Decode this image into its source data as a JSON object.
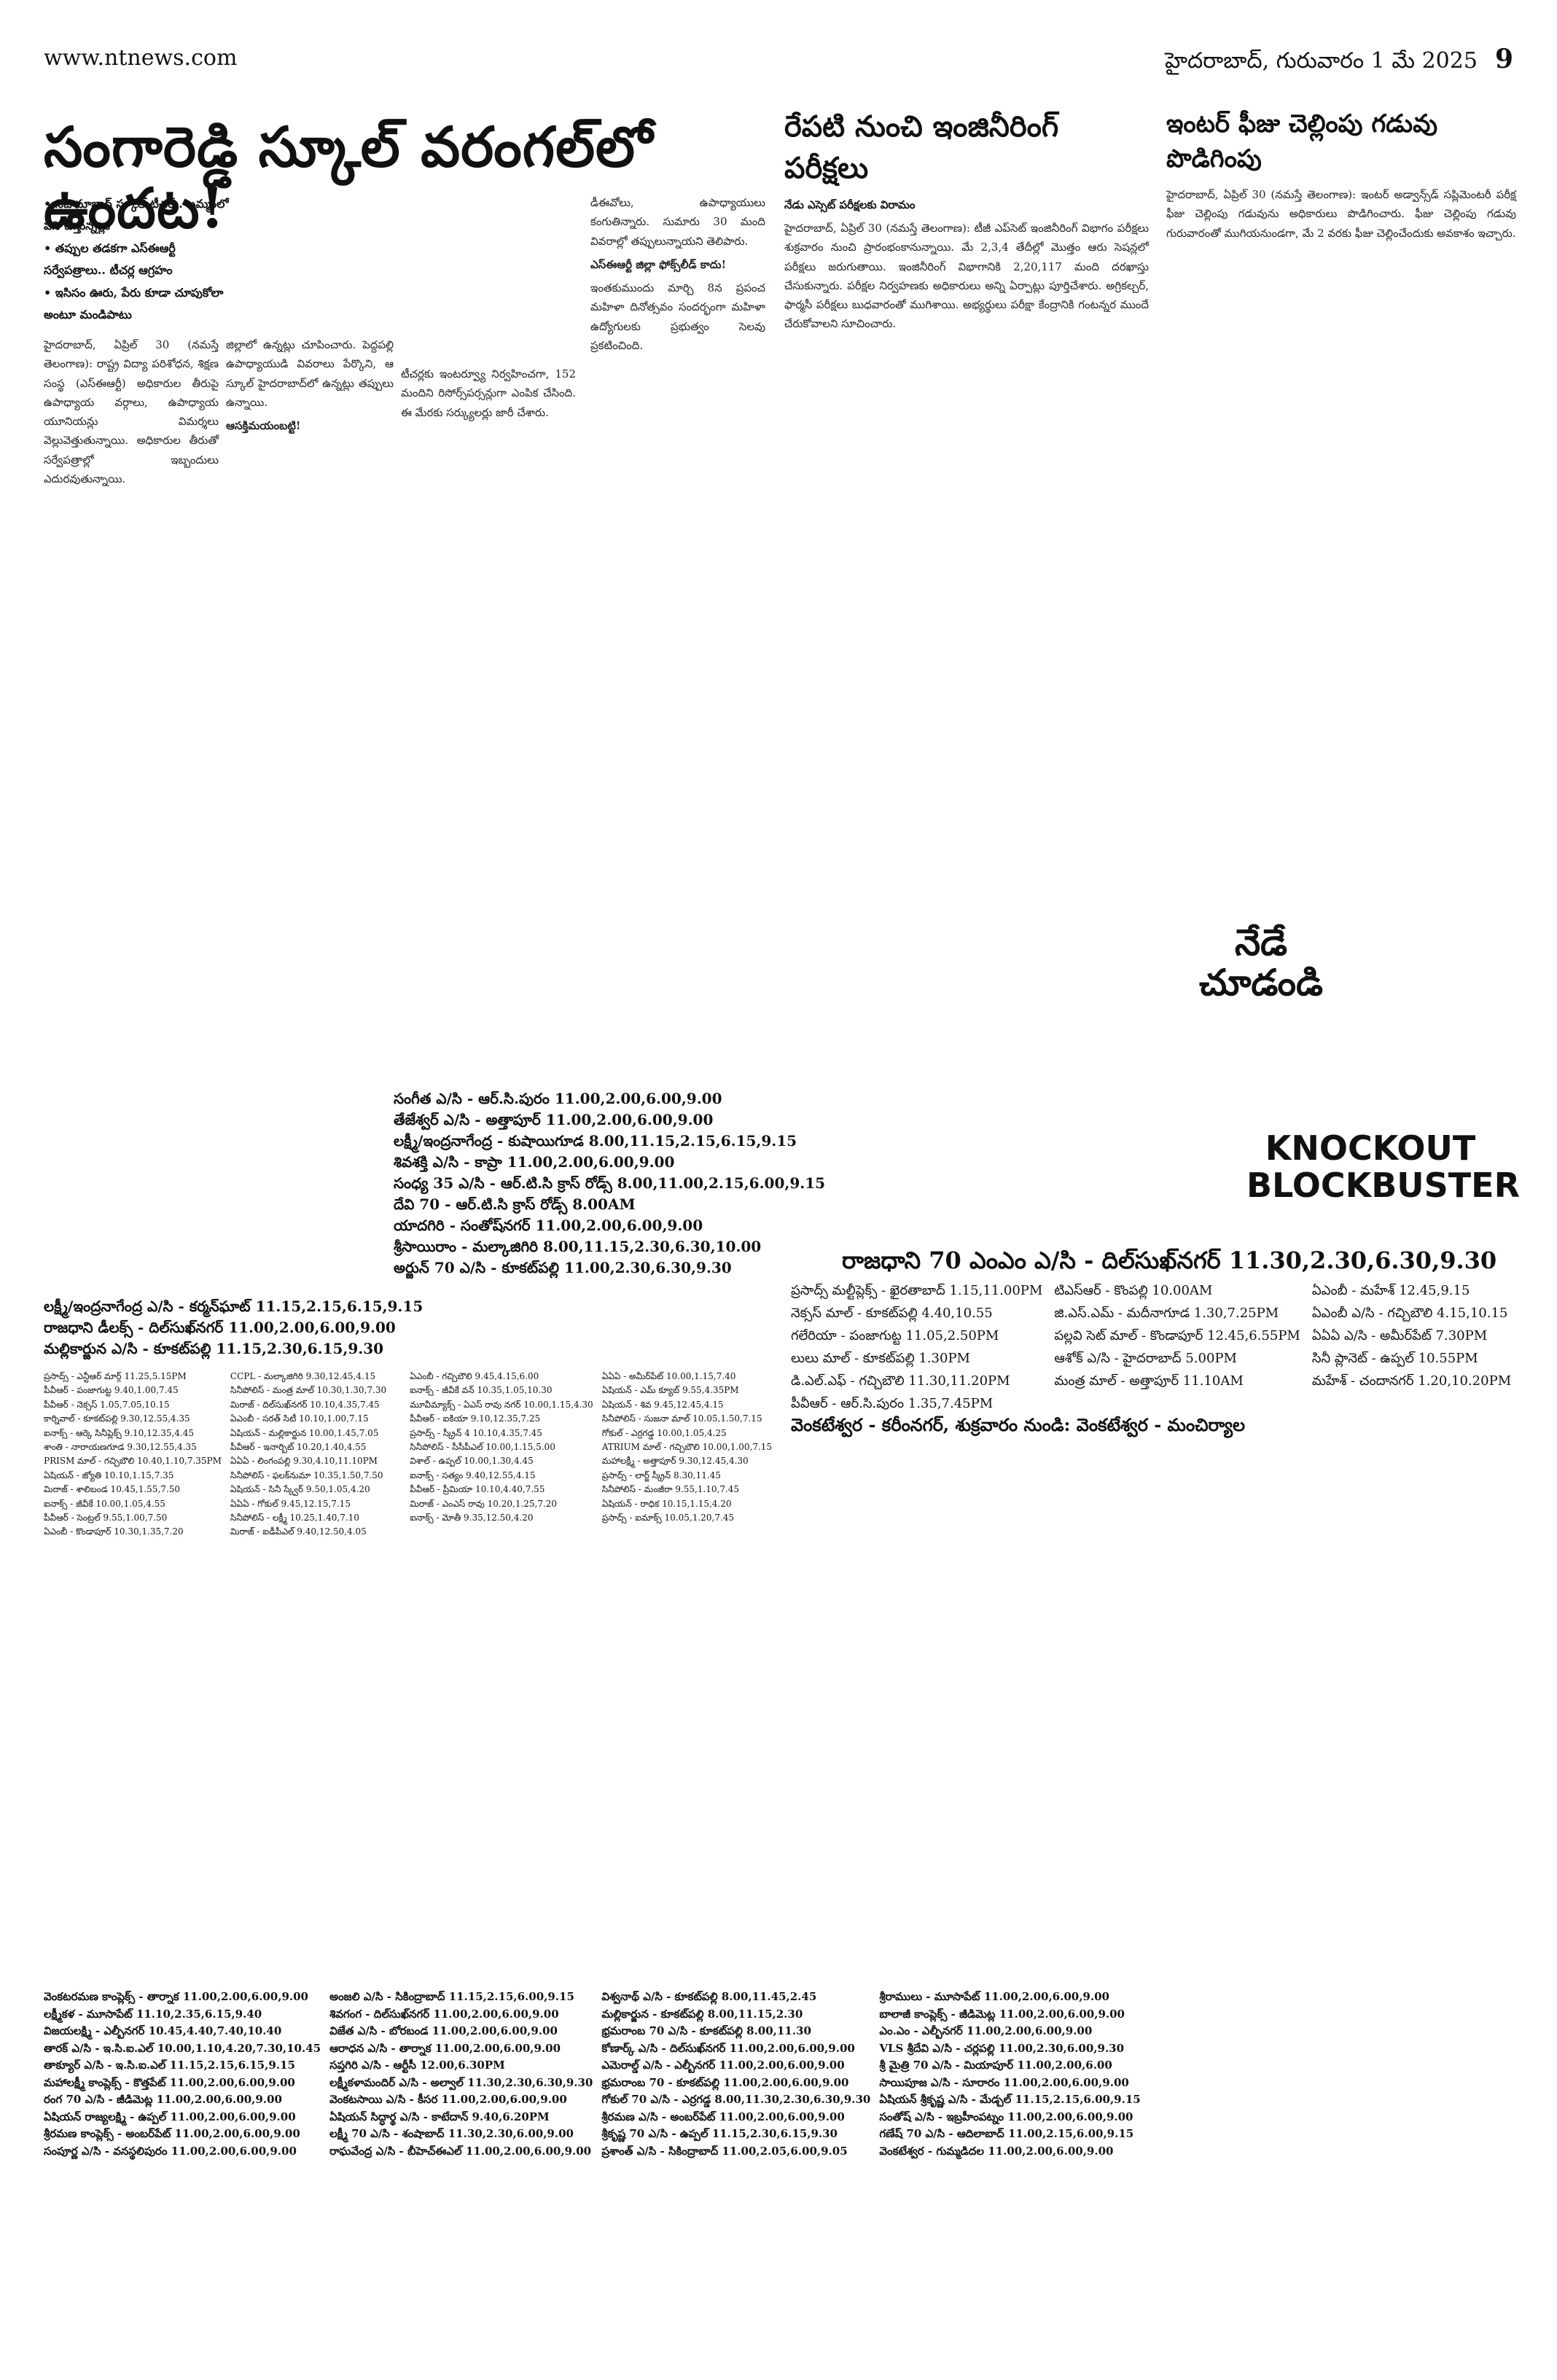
{
  "masthead": {
    "site": "www.ntnews.com",
    "date": "హైదరాబాద్, గురువారం 1 మే 2025",
    "page": "9"
  },
  "story1": {
    "headline": "సంగారెడ్డి స్కూల్ వరంగల్‌లో ఉందట!",
    "bullets": [
      "నిజామాబాద్ స్కూల్ టీచర్.. ఖమ్మంలో పని చేస్తున్నట్లు",
      "తప్పుల తడకగా ఎస్‌ఈఆర్టీ సర్వేపత్రాలు.. టీచర్ల ఆగ్రహం",
      "ఇసిసం ఊరు, పేరు కూడా చూపుకోలా అంటూ మండిపాటు"
    ],
    "body1": "హైదరాబాద్, ఏప్రిల్ 30 (నమస్తే తెలంగాణ): రాష్ట్ర విద్యా పరిశోధన, శిక్షణ సంస్థ (ఎస్‌ఈఆర్టీ) అధికారుల తీరుపై ఉపాధ్యాయ వర్గాలు, ఉపాధ్యాయ యూనియన్లు విమర్శలు వెల్లువెత్తుతున్నాయి. అధికారుల తీరుతో సర్వేపత్రాల్లో ఇబ్బందులు ఎదురవుతున్నాయి.",
    "body2": "జిల్లాలో ఉన్నట్లు చూపించారు. పెద్దపల్లి ఉపాధ్యాయుడి వివరాలు పేర్కొని, ఆ స్కూల్ హైదరాబాద్‌లో ఉన్నట్లు తప్పులు ఉన్నాయి.",
    "subhead": "ఆసక్తిమయంబట్టి!",
    "body3": "టీచర్లకు ఇంటర్వ్యూ నిర్వహించగా, 152 మందిని రిసోర్స్‌పర్సన్లుగా ఎంపిక చేసింది. ఈ మేరకు సర్క్యులర్లు జారీ చేశారు.",
    "body4": "డీఈవోలు, ఉపాధ్యాయులు కంగుతిన్నారు. సుమారు 30 మంది వివరాల్లో తప్పులున్నాయని తెలిపారు.",
    "subhead2": "ఎస్‌ఈఆర్టీ జిల్లా ఫోక్స్‌లీడ్ కాదు!",
    "body5": "ఇంతకుముందు మార్చి 8న ప్రపంచ మహిళా దినోత్సవం సందర్భంగా మహిళా ఉద్యోగులకు ప్రభుత్వం సెలవు ప్రకటించింది."
  },
  "story2": {
    "headline": "రేపటి నుంచి ఇంజినీరింగ్ పరీక్షలు",
    "bullet": "నేడు ఎస్సెట్ పరీక్షలకు విరామం",
    "body": "హైదరాబాద్, ఏప్రిల్ 30 (నమస్తే తెలంగాణ): టీజీ ఎప్‌సెట్ ఇంజినీరింగ్ విభాగం పరీక్షలు శుక్రవారం నుంచి ప్రారంభంకానున్నాయి. మే 2,3,4 తేదీల్లో మొత్తం ఆరు సెషన్లలో పరీక్షలు జరుగుతాయి. ఇంజినీరింగ్ విభాగానికి 2,20,117 మంది దరఖాస్తు చేసుకున్నారు. పరీక్షల నిర్వహణకు అధికారులు అన్ని ఏర్పాట్లు పూర్తిచేశారు. అగ్రికల్చర్, ఫార్మసీ పరీక్షలు బుధవారంతో ముగిశాయి. అభ్యర్థులు పరీక్షా కేంద్రానికి గంటన్నర ముందే చేరుకోవాలని సూచించారు."
  },
  "story3": {
    "headline": "ఇంటర్ ఫీజు చెల్లింపు గడువు పొడిగింపు",
    "body": "హైదరాబాద్, ఏప్రిల్ 30 (నమస్తే తెలంగాణ): ఇంటర్ అడ్వాన్స్‌డ్ సప్లిమెంటరీ పరీక్ష ఫీజు చెల్లింపు గడువును అధికారులు పొడిగించారు. ఫీజు చెల్లింపు గడువు గురువారంతో ముగియనుండగా, మే 2 వరకు ఫీజు చెల్లించేందుకు అవకాశం ఇచ్చారు."
  },
  "ad": {
    "nede_line1": "నేడే",
    "nede_line2": "చూడండి",
    "knockout_line1": "KNOCKOUT",
    "knockout_line2": "BLOCKBUSTER",
    "rajdhani": "రాజధాని 70 ఎంఎం ఎ/సి - దిల్‌సుఖ్‌నగర్  11.30,2.30,6.30,9.30",
    "schedule": [
      "ప్రసాద్స్ మల్టీప్లెక్స్ - ఖైరతాబాద్ 1.15,11.00PM",
      "టిఎస్‌ఆర్ - కొంపల్లి 10.00AM",
      "ఏఎంబీ - మహేశ్ 12.45,9.15",
      "నెక్సస్ మాల్ - కూకట్‌పల్లి 4.40,10.55",
      "జి.ఎస్.ఎమ్ - మదీనాగూడ 1.30,7.25PM",
      "ఏఎంబీ ఎ/సి - గచ్చిబౌలి 4.15,10.15",
      "గలేరియా - పంజాగుట్ట 11.05,2.50PM",
      "పల్లవి సెట్ మాల్ - కొండాపూర్ 12.45,6.55PM",
      "ఏఏఏ ఎ/సి - అమీర్‌పేట్ 7.30PM",
      "లులు మాల్ - కూకట్‌పల్లి 1.30PM",
      "ఆశోక్ ఎ/సి - హైదరాబాద్ 5.00PM",
      "సినీ ప్లానెట్ - ఉప్పల్ 10.55PM",
      "డి.ఎల్.ఎఫ్ - గచ్చిబౌలి 11.30,11.20PM",
      "మంత్ర మాల్ - అత్తాపూర్ 11.10AM",
      "మహేశ్ - చందానగర్ 1.20,10.20PM",
      "పీవీఆర్ - ఆర్.సి.పురం 1.35,7.45PM"
    ],
    "venkat": "వెంకటేశ్వర - కరీంనగర్, శుక్రవారం నుండి: వెంకటేశ్వర - మంచిర్యాల"
  },
  "listings": {
    "headers": [
      "సంగీత ఎ/సి - ఆర్.సి.పురం  11.00,2.00,6.00,9.00",
      "తేజేశ్వర్ ఎ/సి - అత్తాపూర్ 11.00,2.00,6.00,9.00",
      "లక్ష్మీ/ఇంద్రనాగేంద్ర - కుషాయిగూడ 8.00,11.15,2.15,6.15,9.15",
      "శివశక్తి ఎ/సి - కాప్రా 11.00,2.00,6.00,9.00",
      "సంధ్య 35 ఎ/సి - ఆర్.టి.సి క్రాస్ రోడ్స్ 8.00,11.00,2.15,6.00,9.15",
      "దేవి 70 - ఆర్.టి.సి క్రాస్ రోడ్స్ 8.00AM",
      "యాదగిరి - సంతోష్‌నగర్ 11.00,2.00,6.00,9.00",
      "శ్రీసాయిరాం - మల్కాజిగిరి 8.00,11.15,2.30,6.30,10.00",
      "అర్జున్ 70 ఎ/సి - కూకట్‌పల్లి 11.00,2.30,6.30,9.30",
      "లక్ష్మీ/ఇంద్రనాగేంద్ర ఎ/సి - కర్మన్‌ఘాట్ 11.15,2.15,6.15,9.15",
      "రాజధాని డీలక్స్ - దిల్‌సుఖ్‌నగర్ 11.00,2.00,6.00,9.00",
      "మల్లికార్జున ఎ/సి - కూకట్‌పల్లి 11.15,2.30,6.15,9.30"
    ],
    "small": [
      "ప్రసాద్స్ - ఎన్టీఆర్ మార్గ్ 11.25,5.15PM",
      "CCPL - మల్కాజిగిరి 9.30,12.45,4.15",
      "ఏఎంబీ - గచ్చిబౌలి 9.45,4.15,6.00",
      "ఏఏఏ - అమీర్‌పేట్ 10.00,1.15,7.40",
      "పీవీఆర్ - పంజాగుట్ట 9.40,1.00,7.45",
      "సినీపోలిస్ - మంత్ర మాల్ 10.30,1.30,7.30",
      "ఐనాక్స్ - జీవీకే వన్ 10.35,1.05,10.30",
      "ఏషియన్ - ఎమ్ క్యూబ్ 9.55,4.35PM",
      "పీవీఆర్ - నెక్సస్ 1.05,7.05,10.15",
      "మిరాజ్ - దిల్‌సుఖ్‌నగర్ 10.10,4.35,7.45",
      "మూవీమ్యాక్స్ - ఏఎస్ రావు నగర్ 10.00,1.15,4.30",
      "ఏషియన్ - శివ 9.45,12.45,4.15",
      "కార్నివాల్ - కూకట్‌పల్లి 9.30,12.55,4.35",
      "ఏఎంబీ - సరత్ సిటీ 10.10,1.00,7.15",
      "పీవీఆర్ - ఐకియా 9.10,12.35,7.25",
      "సినీపోలిస్ - సుజనా మాల్ 10.05,1.50,7.15",
      "ఐనాక్స్ - ఆర్కె సినీప్లెక్స్ 9.10,12.35,4.45",
      "ఏషియన్ - మల్లికార్జున 10.00,1.45,7.05",
      "ప్రసాద్స్ - స్క్రీన్ 4 10.10,4.35,7.45",
      "గోకుల్ - ఎర్రగడ్డ 10.00,1.05,4.25",
      "శాంతి - నారాయణగూడ 9.30,12.55,4.35",
      "పీవీఆర్ - ఇనార్బిట్ 10.20,1.40,4.55",
      "సినీపోలిస్ - సీసీపీఎల్ 10.00,1.15,5.00",
      "ATRIUM మాల్ - గచ్చిబౌలి 10.00,1.00,7.15",
      "PRISM మాల్ - గచ్చిబౌలి 10.40,1.10,7.35PM",
      "ఏఏఏ - లింగంపల్లి 9.30,4.10,11.10PM",
      "విశాల్ - ఉప్పల్ 10.00,1.30,4.45",
      "మహాలక్ష్మీ - అత్తాపూర్ 9.30,12.45,4.30",
      "ఏషియన్ - జ్యోతి 10.10,1.15,7.35",
      "సినీపోలిస్ - ఫలక్‌నుమా 10.35,1.50,7.50",
      "ఐనాక్స్ - సత్యం 9.40,12.55,4.15",
      "ప్రసాద్స్ - లార్జ్ స్క్రీన్ 8.30,11.45",
      "మిరాజ్ - శాలిబండ 10.45,1.55,7.50",
      "ఏషియన్ - సినీ స్క్వేర్ 9.50,1.05,4.20",
      "పీవీఆర్ - ప్రీమియా 10.10,4.40,7.55",
      "సినీపోలిస్ - మంజీరా 9.55,1.10,7.45",
      "ఐనాక్స్ - జీవీకే 10.00,1.05,4.55",
      "ఏఏఏ - గోకుల్ 9.45,12.15,7.15",
      "మిరాజ్ - ఎంఎస్ రావు 10.20,1.25,7.20",
      "ఏషియన్ - రాధిక 10.15,1.15,4.20",
      "పీవీఆర్ - సెంట్రల్ 9.55,1.00,7.50",
      "సినీపోలిస్ - లక్ష్మీ 10.25,1.40,7.10",
      "ఐనాక్స్ - మోతీ 9.35,12.50,4.20",
      "ప్రసాద్స్ - ఐమాక్స్ 10.05,1.20,7.45",
      "ఏఎంబీ - కొండాపూర్ 10.30,1.35,7.20",
      "మిరాజ్ - ఐడీపీఎల్ 9.40,12.50,4.05"
    ],
    "bottom": [
      "వెంకటరమణ కాంప్లెక్స్ - తార్నాక 11.00,2.00,6.00,9.00",
      "అంజలి ఎ/సి - సికింద్రాబాద్ 11.15,2.15,6.00,9.15",
      "విశ్వనాథ్ ఎ/సి - కూకట్‌పల్లి 8.00,11.45,2.45",
      "శ్రీరాములు - మూసాపేట్ 11.00,2.00,6.00,9.00",
      "లక్ష్మీకళ - మూసాపేట్ 11.10,2.35,6.15,9.40",
      "శివగంగ - దిల్‌సుఖ్‌నగర్ 11.00,2.00,6.00,9.00",
      "మల్లికార్జున - కూకట్‌పల్లి 8.00,11.15,2.30",
      "బాలాజీ కాంప్లెక్స్ - జీడిమెట్ల 11.00,2.00,6.00,9.00",
      "విజయలక్ష్మి - ఎల్బీనగర్ 10.45,4.40,7.40,10.40",
      "విజేత ఎ/సి - బోరబండ 11.00,2.00,6.00,9.00",
      "భ్రమరాంబ 70 ఎ/సి - కూకట్‌పల్లి 8.00,11.30",
      "ఎం.ఎం - ఎల్బీనగర్ 11.00,2.00,6.00,9.00",
      "తారక్ ఎ/సి - ఇ.సి.ఐ.ఎల్ 10.00,1.10,4.20,7.30,10.45",
      "ఆరాధన ఎ/సి - తార్నాక 11.00,2.00,6.00,9.00",
      "కోణార్క్ ఎ/సి - దిల్‌సుఖ్‌నగర్ 11.00,2.00,6.00,9.00",
      "VLS శ్రీదేవి ఎ/సి - చర్లపల్లి 11.00,2.30,6.00,9.30",
      "తాక్యూర్ ఎ/సి - ఇ.సి.ఐ.ఎల్ 11.15,2.15,6.15,9.15",
      "సప్తగిరి ఎ/సి - ఆర్టీసీ 12.00,6.30PM",
      "ఎమెరాల్డ్ ఎ/సి - ఎల్బీనగర్ 11.00,2.00,6.00,9.00",
      "శ్రీ మైత్రి 70 ఎ/సి - మియాపూర్ 11.00,2.00,6.00",
      "మహాలక్ష్మీ కాంప్లెక్స్ - కొత్తపేట్ 11.00,2.00,6.00,9.00",
      "లక్ష్మీకళామందిర్ ఎ/సి - అల్వాల్ 11.30,2.30,6.30,9.30",
      "భ్రమరాంబ 70 - కూకట్‌పల్లి 11.00,2.00,6.00,9.00",
      "సాయిపూజ ఎ/సి - సూరారం 11.00,2.00,6.00,9.00",
      "రంగ 70 ఎ/సి - జీడిమెట్ల 11.00,2.00,6.00,9.00",
      "వెంకటసాయి ఎ/సి - కీసర 11.00,2.00,6.00,9.00",
      "గోకుల్ 70 ఎ/సి - ఎర్రగడ్డ 8.00,11.30,2.30,6.30,9.30",
      "ఏషియన్ శ్రీకృష్ణ ఎ/సి - మేడ్చల్ 11.15,2.15,6.00,9.15",
      "ఏషియన్ రాజ్యలక్ష్మి - ఉప్పల్ 11.00,2.00,6.00,9.00",
      "ఏషియన్ సిద్ధార్థ ఎ/సి - కాటేదాన్ 9.40,6.20PM",
      "శ్రీరమణ ఎ/సి - అంబర్‌పేట్ 11.00,2.00,6.00,9.00",
      "సంతోష్ ఎ/సి - ఇబ్రహీంపట్నం 11.00,2.00,6.00,9.00",
      "శ్రీరమణ కాంప్లెక్స్ - అంబర్‌పేట్ 11.00,2.00,6.00,9.00",
      "లక్ష్మీ 70 ఎ/సి - శంషాబాద్ 11.30,2.30,6.00,9.00",
      "శ్రీకృష్ణ 70 ఎ/సి - ఉప్పల్ 11.15,2.30,6.15,9.30",
      "గణేష్ 70 ఎ/సి - ఆదిలాబాద్ 11.00,2.15,6.00,9.15",
      "సంపూర్ణ ఎ/సి - వనస్థలిపురం 11.00,2.00,6.00,9.00",
      "రాఘవేంద్ర ఎ/సి - బీహెచ్ఈఎల్ 11.00,2.00,6.00,9.00",
      "ప్రశాంత్ ఎ/సి - సికింద్రాబాద్ 11.00,2.05,6.00,9.05",
      "వెంకటేశ్వర - గుమ్మడిదల 11.00,2.00,6.00,9.00"
    ]
  }
}
